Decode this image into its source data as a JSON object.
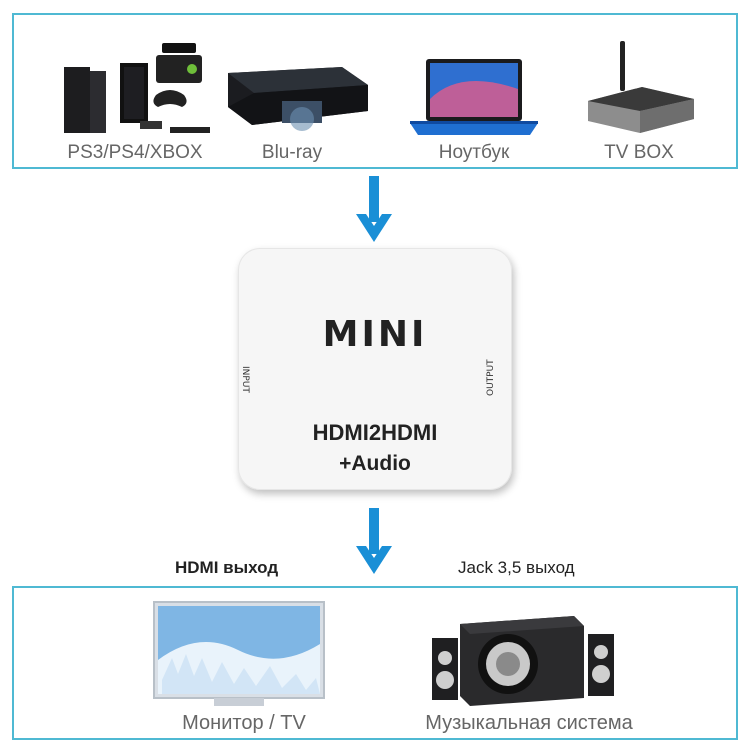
{
  "sources": {
    "console": "PS3/PS4/XBOX",
    "bluray": "Blu-ray",
    "laptop": "Ноутбук",
    "tvbox": "TV BOX"
  },
  "converter": {
    "logo": "MINI",
    "input_label": "INPUT",
    "output_label": "OUTPUT",
    "model": "HDMI2HDMI",
    "audio": "+Audio"
  },
  "outputs": {
    "hdmi_label": "HDMI выход",
    "jack_label": "Jack 3,5 выход",
    "monitor": "Монитор / TV",
    "speakers": "Музыкальная система"
  },
  "colors": {
    "frame": "#4fb9d3",
    "arrow": "#1a8fd6"
  }
}
